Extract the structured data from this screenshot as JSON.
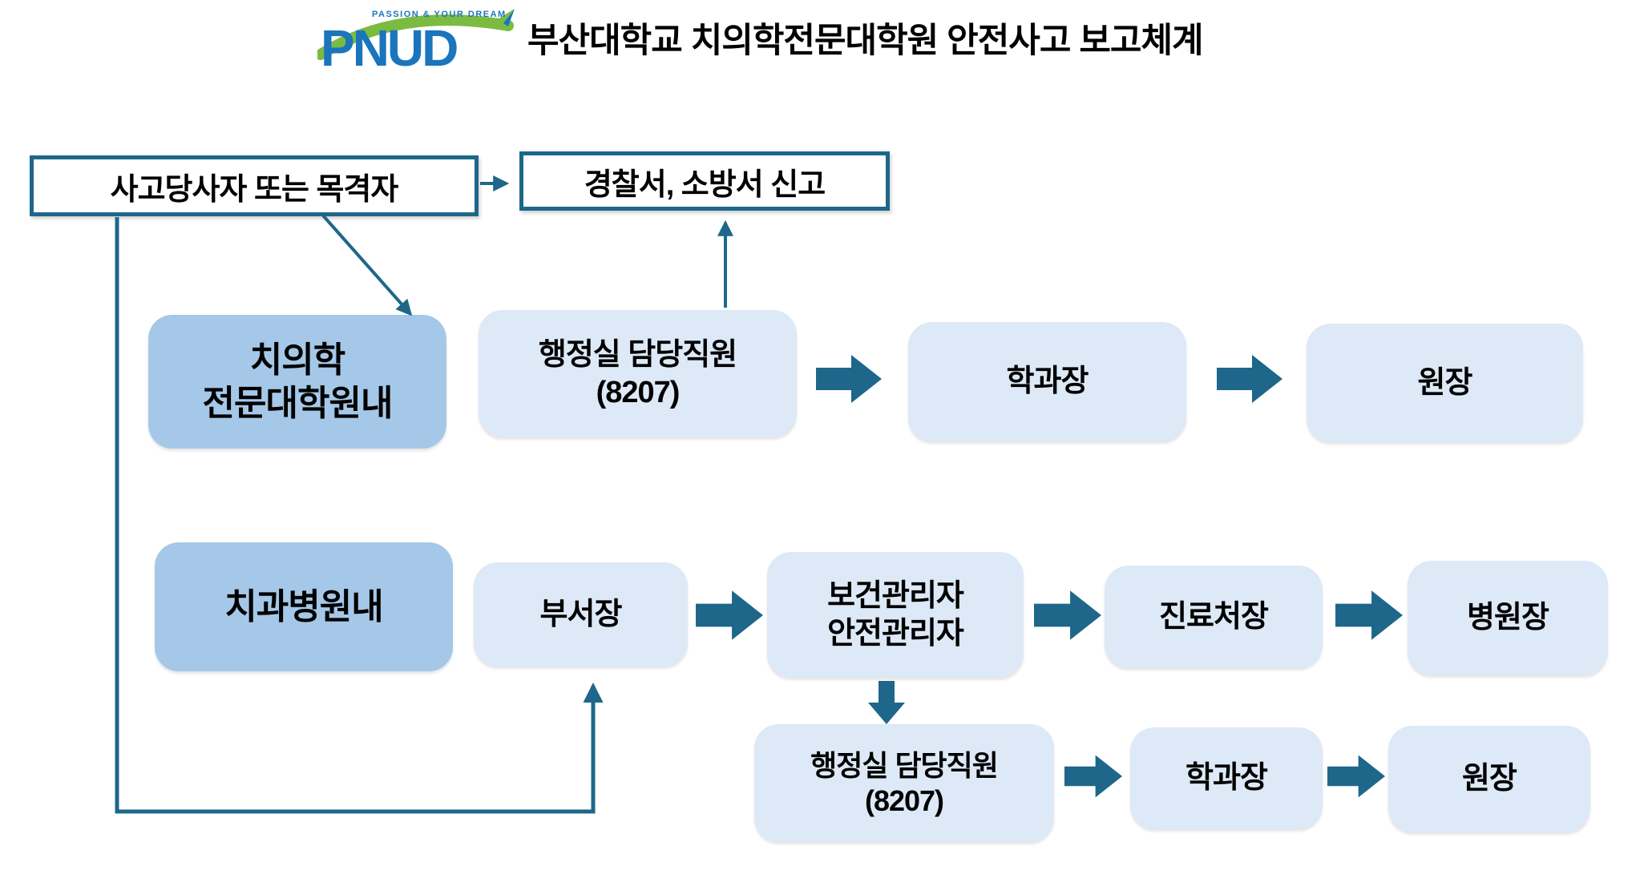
{
  "header": {
    "logo_text": "PNUD",
    "logo_tagline": "PASSION & YOUR DREAM",
    "title": "부산대학교 치의학전문대학원 안전사고 보고체계"
  },
  "source": {
    "incident": "사고당사자 또는 목격자",
    "emergency": "경찰서, 소방서 신고"
  },
  "flow_school": {
    "category": {
      "line1": "치의학",
      "line2": "전문대학원내"
    },
    "steps": [
      {
        "line1": "행정실 담당직원",
        "line2": "(8207)"
      },
      {
        "line1": "학과장"
      },
      {
        "line1": "원장"
      }
    ]
  },
  "flow_hospital": {
    "category": {
      "line1": "치과병원내"
    },
    "steps": [
      {
        "line1": "부서장"
      },
      {
        "line1": "보건관리자",
        "line2": "안전관리자"
      },
      {
        "line1": "진료처장"
      },
      {
        "line1": "병원장"
      }
    ]
  },
  "flow_hospital_admin": {
    "steps": [
      {
        "line1": "행정실 담당직원",
        "line2": "(8207)"
      },
      {
        "line1": "학과장"
      },
      {
        "line1": "원장"
      }
    ]
  },
  "colors": {
    "teal": "#1E678A",
    "category_fill": "#A5C8E9",
    "process_fill": "#DDE9F6",
    "logo_blue": "#1B75BC",
    "logo_green": "#7CBB42",
    "text": "#000000"
  }
}
